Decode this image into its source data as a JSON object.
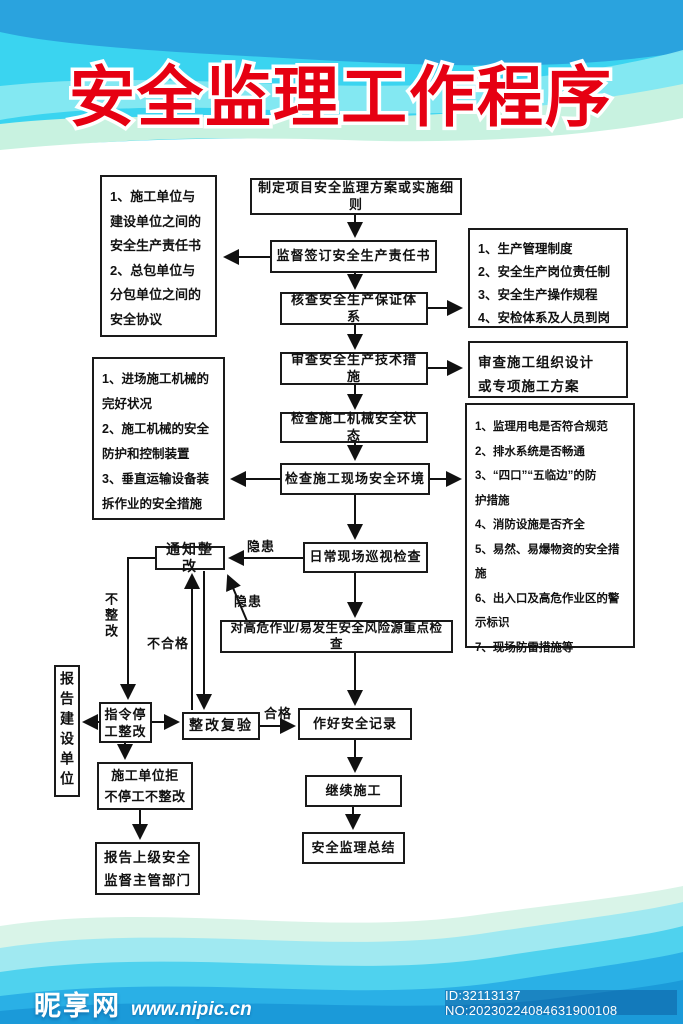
{
  "title": "安全监理工作程序",
  "flowchart": {
    "nodes": {
      "plan": "制定项目安全监理方案或实施细则",
      "sign": "监督签订安全生产责任书",
      "verify_system": "核查安全生产保证体系",
      "review_measures": "审查安全生产技术措施",
      "check_machinery": "检查施工机械安全状态",
      "check_site": "检查施工现场安全环境",
      "daily_patrol": "日常现场巡视检查",
      "key_inspection": "对高危作业/易发生安全风险源重点检查",
      "safety_record": "作好安全记录",
      "continue_construction": "继续施工",
      "summary": "安全监理总结",
      "notify_rectify": "通知整改",
      "order_stop": "指令停\n工整改",
      "recheck": "整改复验",
      "report_owner": "报告建设单位",
      "refuse_stop": "施工单位拒\n不停工不整改",
      "report_superior": "报告上级安全\n监督主管部门"
    },
    "info_boxes": {
      "responsibility": "1、施工单位与\n建设单位之间的\n安全生产责任书\n2、总包单位与\n分包单位之间的\n安全协议",
      "production_system": "1、生产管理制度\n2、安全生产岗位责任制\n3、安全生产操作规程\n4、安检体系及人员到岗",
      "org_design": "审查施工组织设计\n或专项施工方案",
      "machinery_items": "1、进场施工机械的\n完好状况\n2、施工机械的安全\n防护和控制装置\n3、垂直运输设备装\n拆作业的安全措施",
      "site_items": "1、监理用电是否符合规范\n2、排水系统是否畅通\n3、“四口”“五临边”的防\n护措施\n4、消防设施是否齐全\n5、易然、易爆物资的安全措施\n6、出入口及高危作业区的警\n示标识\n7、现场防雷措施等"
    },
    "edge_labels": {
      "hazard1": "隐患",
      "hazard2": "隐患",
      "not_rectified": "不整改",
      "fail": "不合格",
      "pass": "合格"
    },
    "edges": [
      {
        "from": "plan",
        "to": "sign"
      },
      {
        "from": "sign",
        "to": "responsibility"
      },
      {
        "from": "sign",
        "to": "verify_system"
      },
      {
        "from": "verify_system",
        "to": "production_system"
      },
      {
        "from": "verify_system",
        "to": "review_measures"
      },
      {
        "from": "review_measures",
        "to": "org_design"
      },
      {
        "from": "review_measures",
        "to": "check_machinery"
      },
      {
        "from": "check_machinery",
        "to": "check_site"
      },
      {
        "from": "check_site",
        "to": "machinery_items"
      },
      {
        "from": "check_site",
        "to": "site_items"
      },
      {
        "from": "check_site",
        "to": "daily_patrol"
      },
      {
        "from": "daily_patrol",
        "to": "notify_rectify",
        "label": "隐患"
      },
      {
        "from": "daily_patrol",
        "to": "key_inspection"
      },
      {
        "from": "key_inspection",
        "to": "notify_rectify",
        "label": "隐患"
      },
      {
        "from": "key_inspection",
        "to": "safety_record"
      },
      {
        "from": "notify_rectify",
        "to": "order_stop",
        "label": "不整改"
      },
      {
        "from": "notify_rectify",
        "to": "recheck"
      },
      {
        "from": "recheck",
        "to": "notify_rectify",
        "label": "不合格"
      },
      {
        "from": "order_stop",
        "to": "recheck"
      },
      {
        "from": "order_stop",
        "to": "report_owner"
      },
      {
        "from": "order_stop",
        "to": "refuse_stop"
      },
      {
        "from": "refuse_stop",
        "to": "report_superior"
      },
      {
        "from": "recheck",
        "to": "safety_record",
        "label": "合格"
      },
      {
        "from": "safety_record",
        "to": "continue_construction"
      },
      {
        "from": "continue_construction",
        "to": "summary"
      }
    ]
  },
  "footer": {
    "site_name": "昵享网",
    "site_url": "www.nipic.cn",
    "id_text": "ID:32113137 NO:20230224084631900108"
  },
  "colors": {
    "title_red": "#e60012",
    "box_border": "#1a1a1a",
    "wave_blue": "#2aa3de",
    "wave_cyan": "#30d6f2",
    "footer_bar": "#0c5a9e"
  }
}
